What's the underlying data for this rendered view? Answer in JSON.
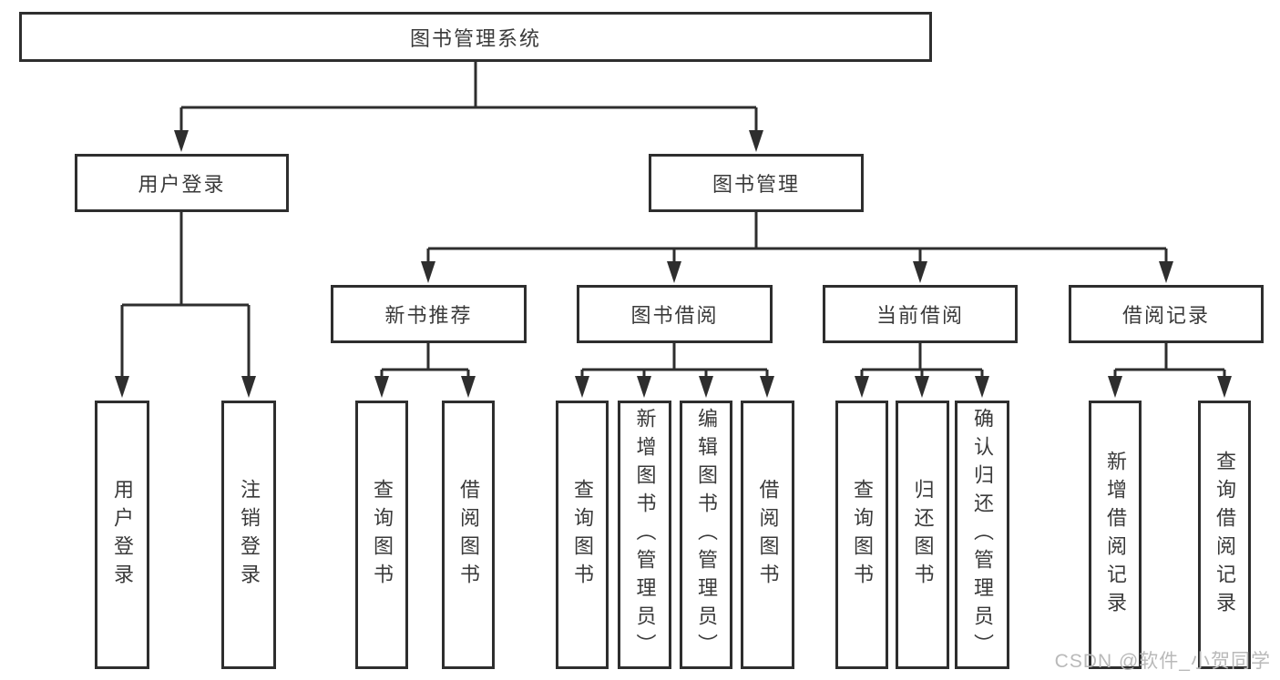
{
  "diagram": {
    "title": "图书管理系统",
    "type": "hierarchy-chart",
    "colors": {
      "line": "#2e2e2e",
      "box_border": "#2e2e2e",
      "text": "#3a3a3a",
      "background": "#ffffff",
      "watermark": "#b9b9b9"
    },
    "watermark": "CSDN @软件_小贺同学",
    "nodes": [
      {
        "id": "root",
        "label": "图书管理系统",
        "level": 1,
        "parent": null
      },
      {
        "id": "user-login",
        "label": "用户登录",
        "level": 2,
        "parent": "root"
      },
      {
        "id": "book-mgmt",
        "label": "图书管理",
        "level": 2,
        "parent": "root"
      },
      {
        "id": "new-book-rec",
        "label": "新书推荐",
        "level": 3,
        "parent": "book-mgmt"
      },
      {
        "id": "book-borrow",
        "label": "图书借阅",
        "level": 3,
        "parent": "book-mgmt"
      },
      {
        "id": "current-borrow",
        "label": "当前借阅",
        "level": 3,
        "parent": "book-mgmt"
      },
      {
        "id": "borrow-records",
        "label": "借阅记录",
        "level": 3,
        "parent": "book-mgmt"
      },
      {
        "id": "leaf-user-login",
        "label": "用户登录",
        "level": 4,
        "parent": "user-login"
      },
      {
        "id": "leaf-logout",
        "label": "注销登录",
        "level": 4,
        "parent": "user-login"
      },
      {
        "id": "leaf-query-book-1",
        "label": "查询图书",
        "level": 4,
        "parent": "new-book-rec"
      },
      {
        "id": "leaf-borrow-book-1",
        "label": "借阅图书",
        "level": 4,
        "parent": "new-book-rec"
      },
      {
        "id": "leaf-query-book-2",
        "label": "查询图书",
        "level": 4,
        "parent": "book-borrow"
      },
      {
        "id": "leaf-add-book",
        "label": "新增图书（管理员）",
        "level": 4,
        "parent": "book-borrow"
      },
      {
        "id": "leaf-edit-book",
        "label": "编辑图书（管理员）",
        "level": 4,
        "parent": "book-borrow"
      },
      {
        "id": "leaf-borrow-book-2",
        "label": "借阅图书",
        "level": 4,
        "parent": "book-borrow"
      },
      {
        "id": "leaf-query-book-3",
        "label": "查询图书",
        "level": 4,
        "parent": "current-borrow"
      },
      {
        "id": "leaf-return-book",
        "label": "归还图书",
        "level": 4,
        "parent": "current-borrow"
      },
      {
        "id": "leaf-confirm-return",
        "label": "确认归还（管理员）",
        "level": 4,
        "parent": "current-borrow"
      },
      {
        "id": "leaf-add-record",
        "label": "新增借阅记录",
        "level": 4,
        "parent": "borrow-records"
      },
      {
        "id": "leaf-query-record",
        "label": "查询借阅记录",
        "level": 4,
        "parent": "borrow-records"
      }
    ]
  }
}
